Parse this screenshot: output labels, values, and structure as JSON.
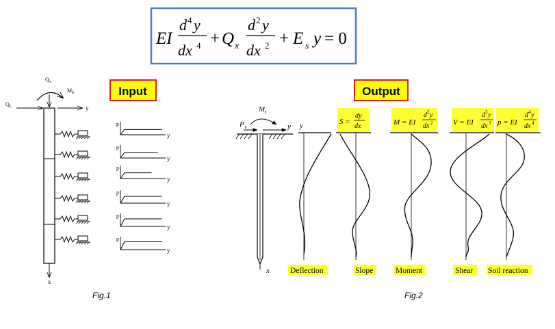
{
  "equation": {
    "t1": "EI",
    "d1": "d",
    "p1": "4",
    "y1": "y",
    "dx1": "dx",
    "q1": "4",
    "plus1": "+",
    "Q": "Q",
    "Qsub": "x",
    "d2": "d",
    "p2": "2",
    "y2": "y",
    "dx2": "dx",
    "q2": "2",
    "plus2": "+",
    "E": "E",
    "Esub": "s",
    "y3": "y",
    "eq": "= 0",
    "border_color": "#4f7ec0"
  },
  "fig1": {
    "badge": "Input",
    "caption": "Fig.1",
    "labels": {
      "qx": "Q",
      "qx_sub": "x",
      "mb": "M",
      "mb_sub": "b",
      "ql": "Q",
      "ql_sub": "L",
      "y": "y",
      "x": "x"
    },
    "curves": [
      {
        "p": "p",
        "y": "y"
      },
      {
        "p": "p",
        "y": "y"
      },
      {
        "p": "p",
        "y": "y"
      },
      {
        "p": "p",
        "y": "y"
      },
      {
        "p": "p",
        "y": "y"
      },
      {
        "p": "p",
        "y": "y"
      }
    ]
  },
  "fig2": {
    "badge": "Output",
    "caption": "Fig.2",
    "pile": {
      "mt": "M",
      "mt_sub": "t",
      "pt": "P",
      "pt_sub": "t",
      "y": "y",
      "x": "x"
    },
    "deflection": {
      "head": "y",
      "label": "Deflection"
    },
    "slope": {
      "lhs": "S =",
      "num": "dy",
      "den": "dx",
      "label": "Slope"
    },
    "moment": {
      "lhs": "M = EI",
      "num": "d",
      "num_sup": "2",
      "num_y": "y",
      "den": "dx",
      "den_sup": "2",
      "label": "Moment"
    },
    "shear": {
      "lhs": "V = EI",
      "num": "d",
      "num_sup": "3",
      "num_y": "y",
      "den": "dx",
      "den_sup": "3",
      "label": "Shear"
    },
    "reaction": {
      "lhs": "p = EI",
      "num": "d",
      "num_sup": "4",
      "num_y": "y",
      "den": "dx",
      "den_sup": "4",
      "label": "Soil reaction"
    }
  },
  "colors": {
    "badge_fill": "#ffff00",
    "badge_border": "#d42020",
    "highlight": "#ffff33"
  }
}
